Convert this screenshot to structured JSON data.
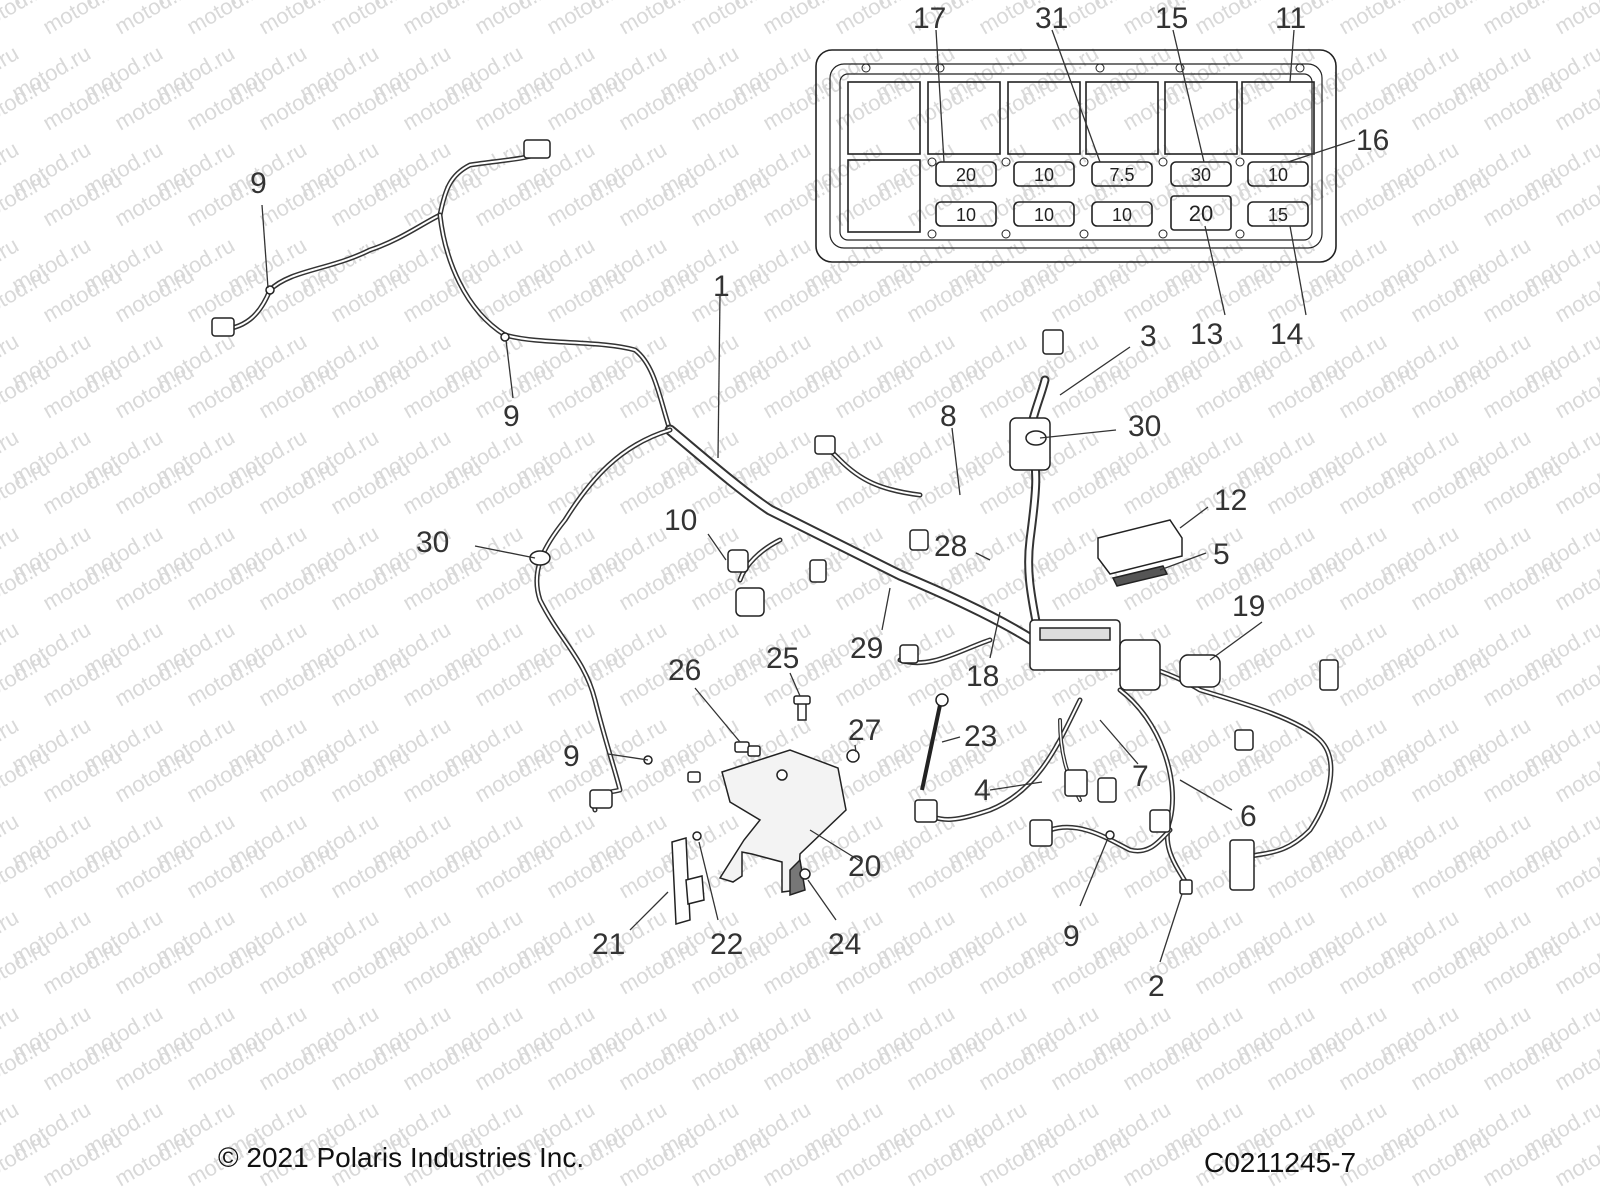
{
  "watermark": "motod.ru",
  "footer": {
    "copyright": "© 2021 Polaris Industries Inc.",
    "figure_id": "C0211245-7"
  },
  "callouts": [
    "17",
    "31",
    "15",
    "11",
    "16",
    "13",
    "14",
    "9",
    "9",
    "1",
    "3",
    "30",
    "8",
    "12",
    "5",
    "10",
    "30",
    "28",
    "19",
    "29",
    "18",
    "25",
    "26",
    "27",
    "23",
    "9",
    "4",
    "7",
    "6",
    "20",
    "9",
    "21",
    "22",
    "24",
    "2"
  ],
  "fuse_box": {
    "top_row": [
      "20",
      "10",
      "7.5",
      "30",
      "10"
    ],
    "bottom_row": [
      "10",
      "10",
      "10",
      "20",
      "15"
    ]
  }
}
